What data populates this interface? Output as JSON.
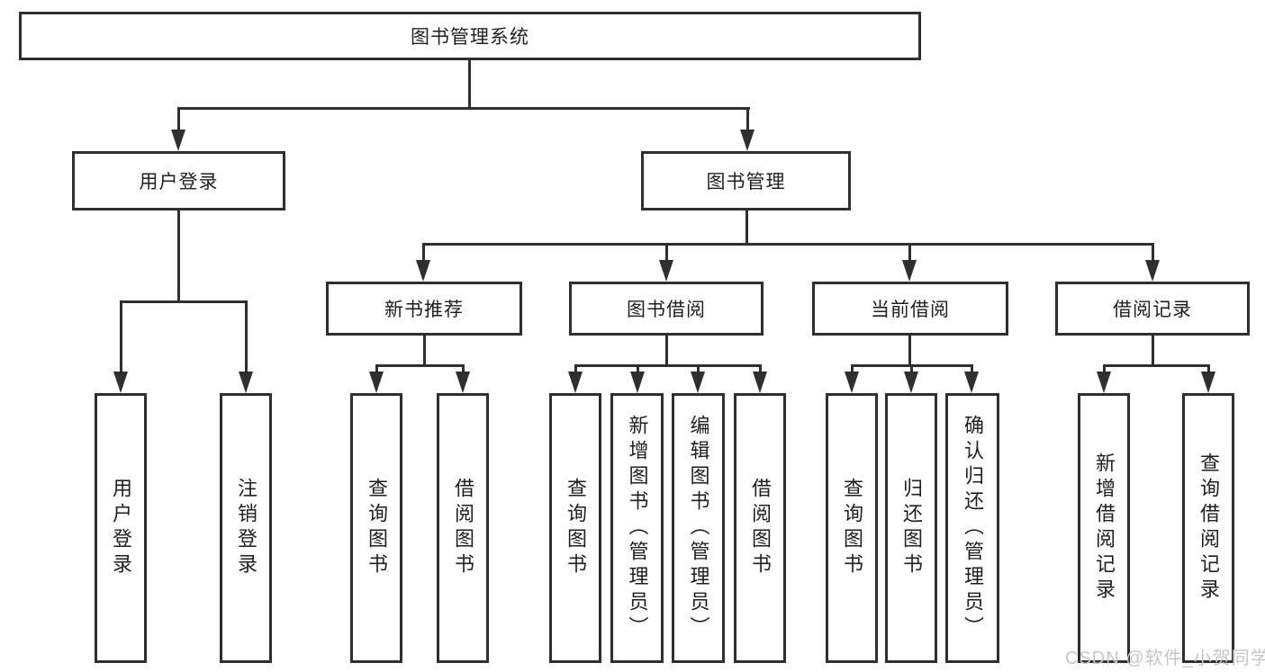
{
  "page": {
    "background": "#ffffff"
  },
  "colors": {
    "line": "#2f2f2f",
    "box_border": "#2f2f2f",
    "text": "#1f1f1f",
    "watermark": "#c6c6c6"
  },
  "watermark": {
    "text": "CSDN @软件_小贺同学"
  },
  "nodes": {
    "root": "图书管理系统",
    "login_group": "用户登录",
    "mgmt_group": "图书管理",
    "mgmt_sections": [
      "新书推荐",
      "图书借阅",
      "当前借阅",
      "借阅记录"
    ],
    "login_children": [
      "用户登录",
      "注销登录"
    ],
    "new_book_children": [
      "查询图书",
      "借阅图书"
    ],
    "book_borrow_children": [
      "查询图书",
      "新增图书（管理员）",
      "编辑图书（管理员）",
      "借阅图书"
    ],
    "current_borrow_children": [
      "查询图书",
      "归还图书",
      "确认归还（管理员）"
    ],
    "borrow_record_children": [
      "新增借阅记录",
      "查询借阅记录"
    ]
  }
}
